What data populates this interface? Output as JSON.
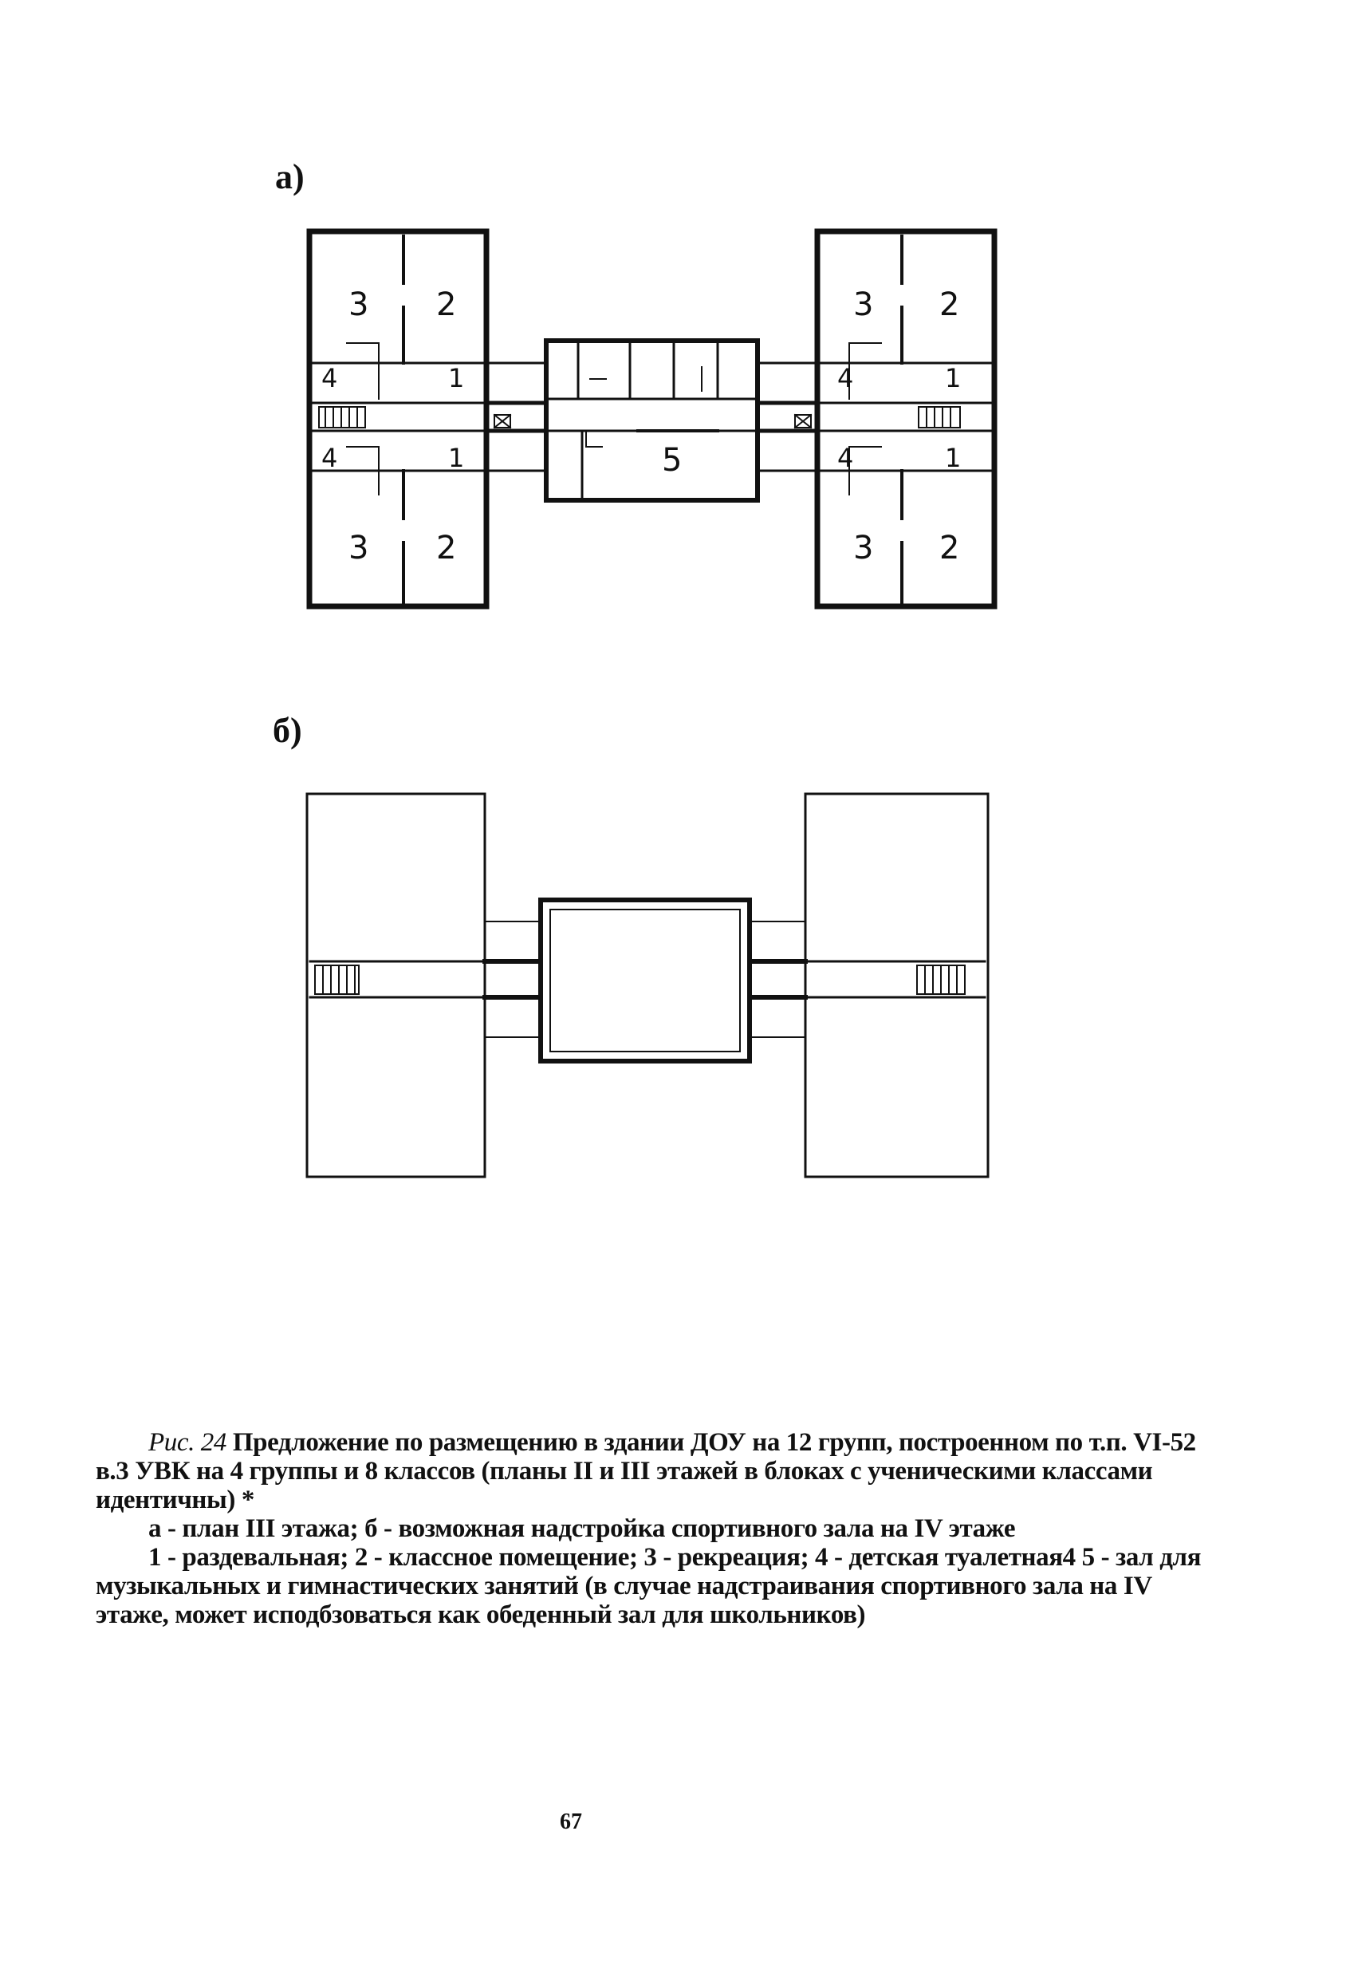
{
  "figure": {
    "label_a": "а)",
    "label_b": "б)",
    "plan_a_rooms": {
      "n1": "1",
      "n2": "2",
      "n3": "3",
      "n4": "4",
      "n5": "5"
    }
  },
  "caption": {
    "fig_ref": "Рис. 24",
    "line1_rest": "Предложение по размещению в здании ДОУ на 12 групп, построенном по т.п. VI-52 в.3 УВК на 4 группы и 8 классов (планы II и III этажей в блоках с ученическими классами идентичны) *",
    "line2": "а - план III этажа; б - возможная надстройка спортивного зала на IV этаже",
    "line3": "1 - раздевальная; 2 - классное помещение; 3 - рекреация; 4 - детская туалетная4 5 - зал для музыкальных и гимнастических занятий (в случае надстраивания спортивного зала на IV этаже, может исподбзоваться как обеденный зал для школьников)"
  },
  "page_number": "67"
}
